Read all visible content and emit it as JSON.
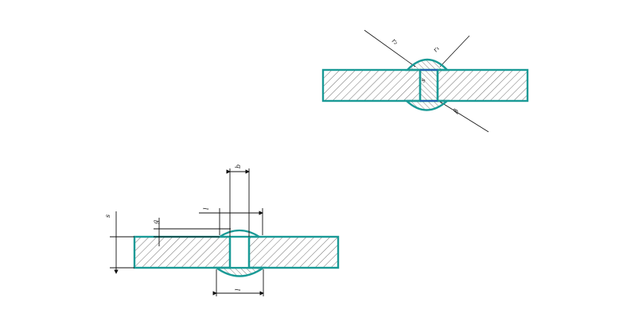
{
  "top_weld": {
    "labels": {
      "r2": "r₂",
      "r1": "r₁",
      "s": "s",
      "b": "β"
    }
  },
  "bottom_joint": {
    "labels": {
      "gap_width": "b",
      "top_width": "l",
      "thickness": "s",
      "bead_height": "g",
      "bottom_width": "l"
    }
  },
  "colors": {
    "outline": "#1a9a96",
    "dimension": "#111111",
    "fusion_line": "#2b2bd0"
  }
}
